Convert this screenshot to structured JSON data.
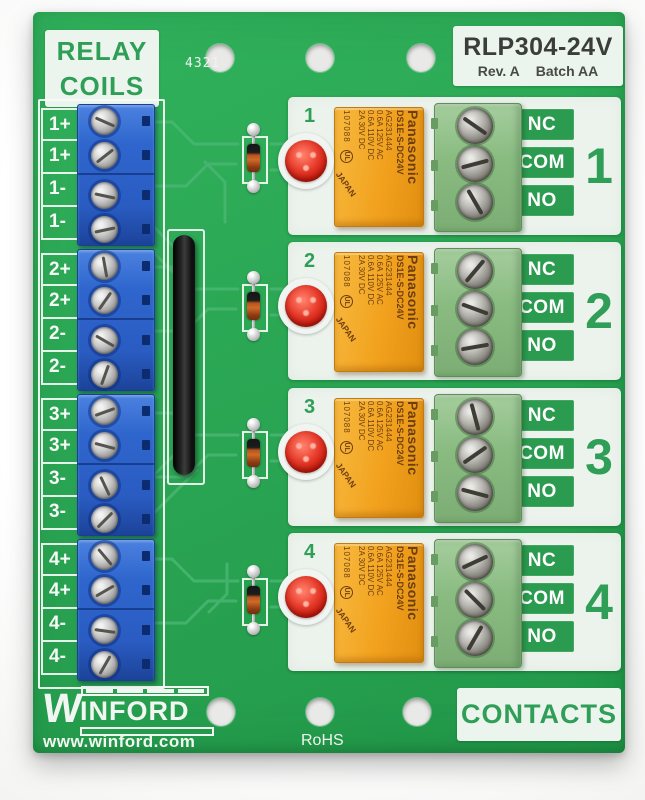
{
  "product": {
    "model": "RLP304-24V",
    "revision": "Rev. A",
    "batch": "Batch AA"
  },
  "headers": {
    "coils_line1": "RELAY",
    "coils_line2": "COILS",
    "contacts": "CONTACTS"
  },
  "branding": {
    "logo_w": "W",
    "logo_rest": "INFORD",
    "website": "www.winford.com",
    "rohs": "RoHS"
  },
  "silkscreen": {
    "channel_marking": "4321"
  },
  "coil_groups": [
    {
      "labels": [
        "1+",
        "1+",
        "1-",
        "1-"
      ]
    },
    {
      "labels": [
        "2+",
        "2+",
        "2-",
        "2-"
      ]
    },
    {
      "labels": [
        "3+",
        "3+",
        "3-",
        "3-"
      ]
    },
    {
      "labels": [
        "4+",
        "4+",
        "4-",
        "4-"
      ]
    }
  ],
  "channels": [
    {
      "number": "1",
      "contacts": [
        "NC",
        "COM",
        "NO"
      ]
    },
    {
      "number": "2",
      "contacts": [
        "NC",
        "COM",
        "NO"
      ]
    },
    {
      "number": "3",
      "contacts": [
        "NC",
        "COM",
        "NO"
      ]
    },
    {
      "number": "4",
      "contacts": [
        "NC",
        "COM",
        "NO"
      ]
    }
  ],
  "relay": {
    "brand": "Panasonic",
    "model": "DS1E-S-DC24V",
    "code": "AG231444",
    "rating_ac": "0.6A 125V AC",
    "rating_dc1": "0.6A 110V DC",
    "rating_dc2": "2A 30V DC",
    "lot": "107088",
    "origin": "JAPAN",
    "ul": "UL"
  },
  "colors": {
    "board_green": "#29a452",
    "accent_green": "#2f9e56",
    "contact_label_green": "#2a9b4f",
    "terminal_blue": "#2f66cd",
    "relay_orange": "#f1a11d",
    "led_red": "#c01708",
    "silkscreen_white": "#f2f7f2"
  }
}
